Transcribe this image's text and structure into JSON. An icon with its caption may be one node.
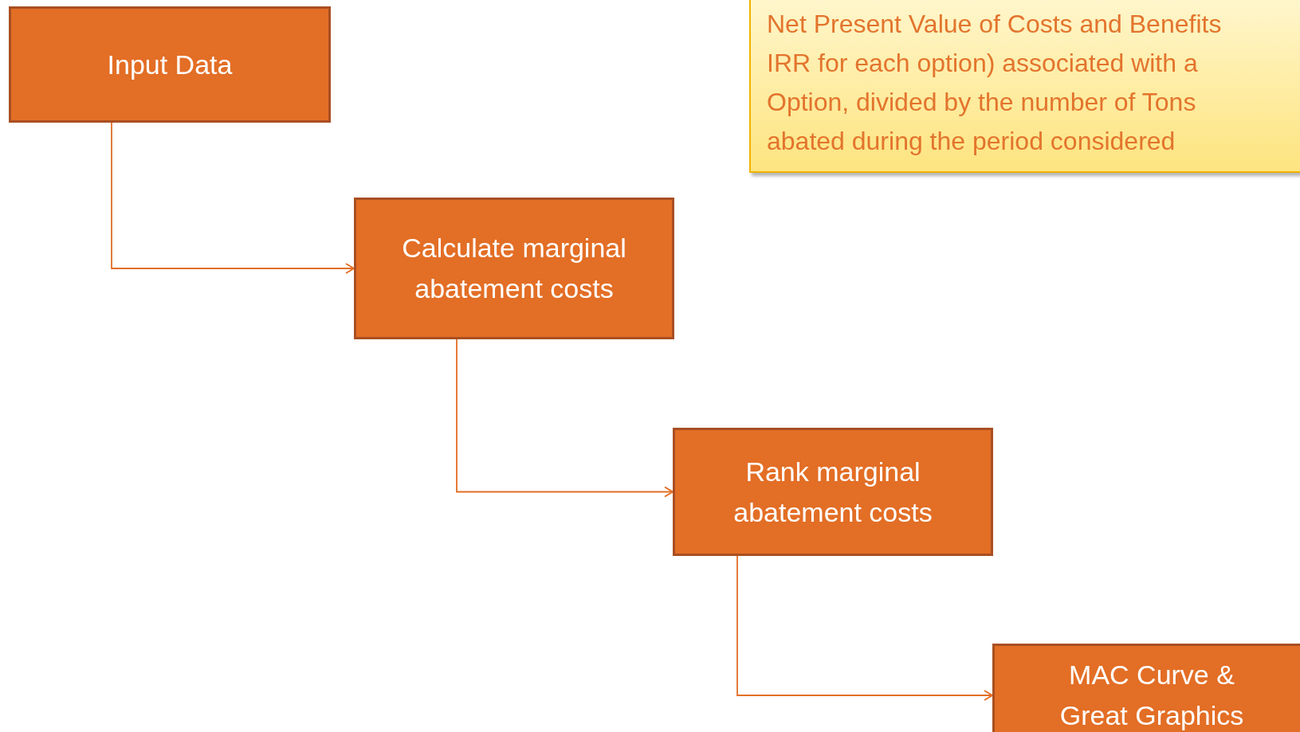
{
  "diagram": {
    "nodes": [
      {
        "text": [
          "Input Data"
        ]
      },
      {
        "text": [
          "Calculate marginal abatement costs"
        ]
      },
      {
        "text": [
          "Rank marginal abatement costs"
        ]
      },
      {
        "text": [
          "MAC Curve & Great Graphics"
        ]
      },
      {
        "text": [
          "Net Present Value of Costs and Benefits",
          "IRR for each option) associated with a",
          "Option, divided by the number of Tons",
          "abated during the period considered"
        ]
      }
    ],
    "edges": [
      {
        "from": 0,
        "to": 1,
        "arrow": "to"
      },
      {
        "from": 1,
        "to": 2,
        "arrow": "to"
      },
      {
        "from": 2,
        "to": 3,
        "arrow": "to"
      }
    ]
  }
}
